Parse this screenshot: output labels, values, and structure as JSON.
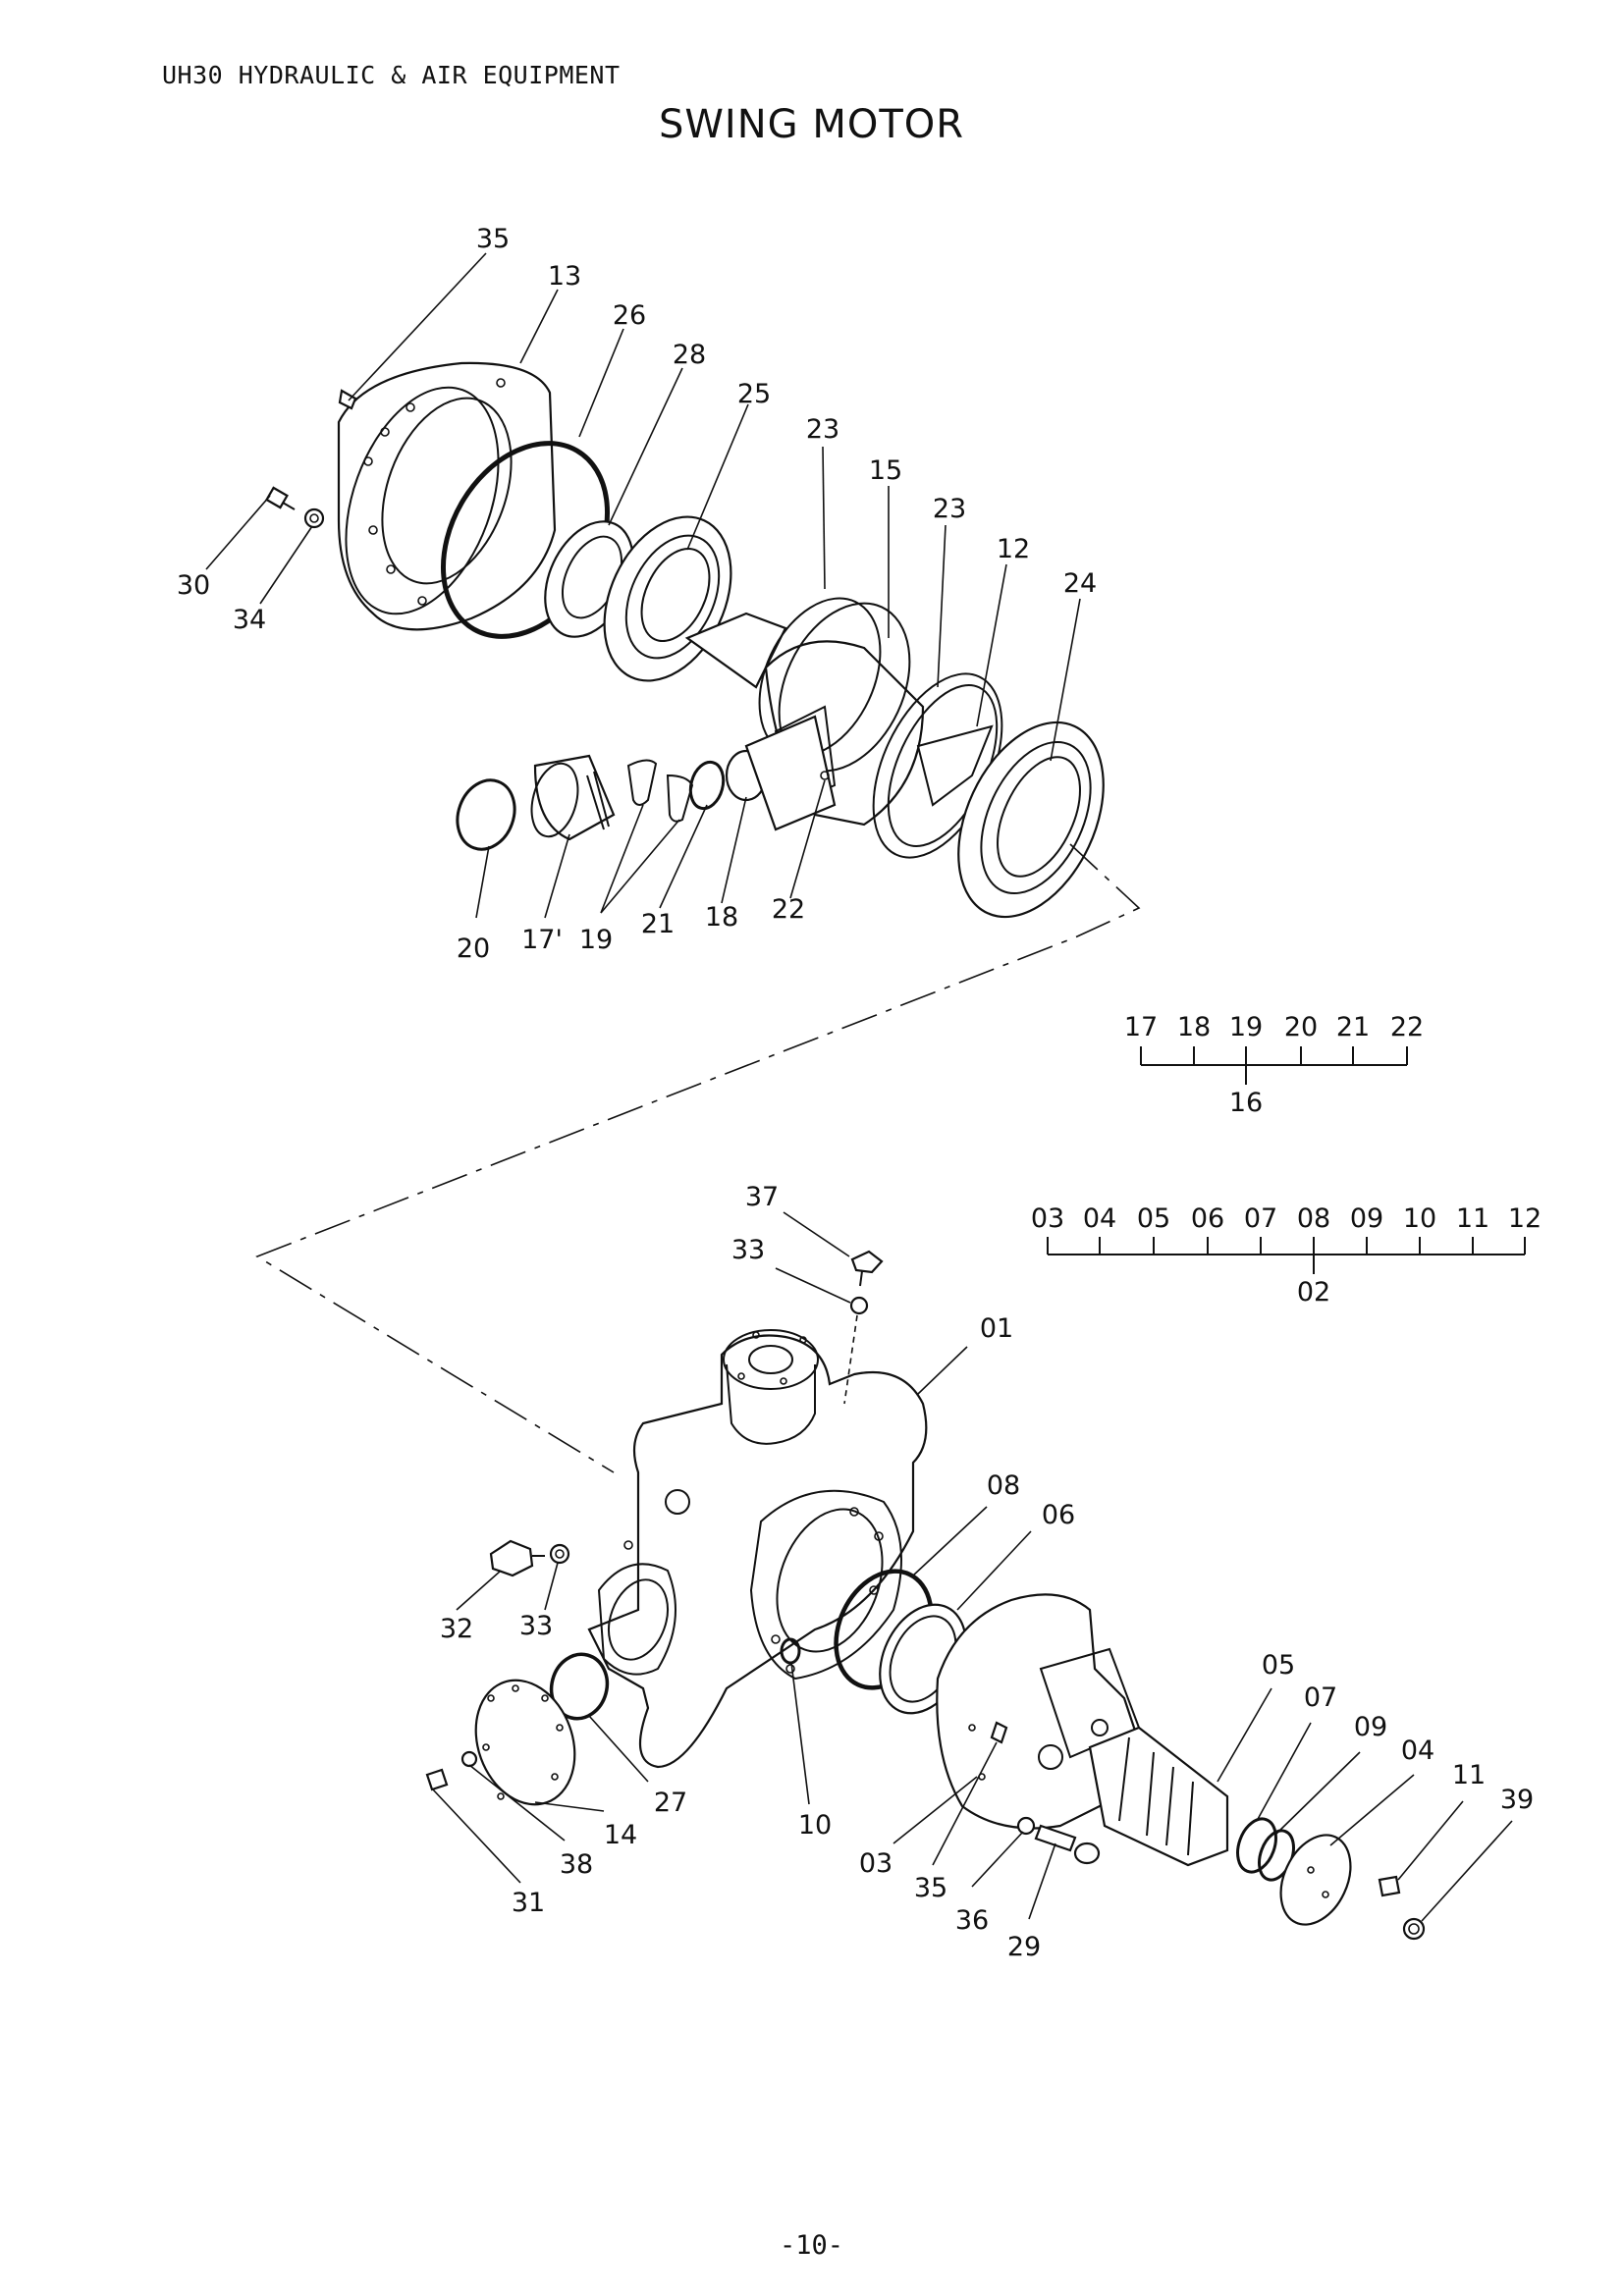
{
  "header": "UH30 HYDRAULIC & AIR EQUIPMENT",
  "title": "SWING MOTOR",
  "page_number": "-10-",
  "callouts": {
    "c35a": "35",
    "c13": "13",
    "c26": "26",
    "c28": "28",
    "c25": "25",
    "c23a": "23",
    "c15": "15",
    "c23b": "23",
    "c12": "12",
    "c24": "24",
    "c30": "30",
    "c34": "34",
    "c20": "20",
    "c17": "17'",
    "c19": "19",
    "c21": "21",
    "c18": "18",
    "c22": "22",
    "c37": "37",
    "c33a": "33",
    "c01": "01",
    "c08": "08",
    "c06": "06",
    "c32": "32",
    "c33b": "33",
    "c27": "27",
    "c14": "14",
    "c38": "38",
    "c31": "31",
    "c10": "10",
    "c03": "03",
    "c35b": "35",
    "c36": "36",
    "c29": "29",
    "c05": "05",
    "c07": "07",
    "c09": "09",
    "c04": "04",
    "c11": "11",
    "c39": "39"
  },
  "assembly_16": {
    "members": [
      "17",
      "18",
      "19",
      "20",
      "21",
      "22"
    ],
    "parent": "16"
  },
  "assembly_02": {
    "members": [
      "03",
      "04",
      "05",
      "06",
      "07",
      "08",
      "09",
      "10",
      "11",
      "12"
    ],
    "parent": "02"
  }
}
